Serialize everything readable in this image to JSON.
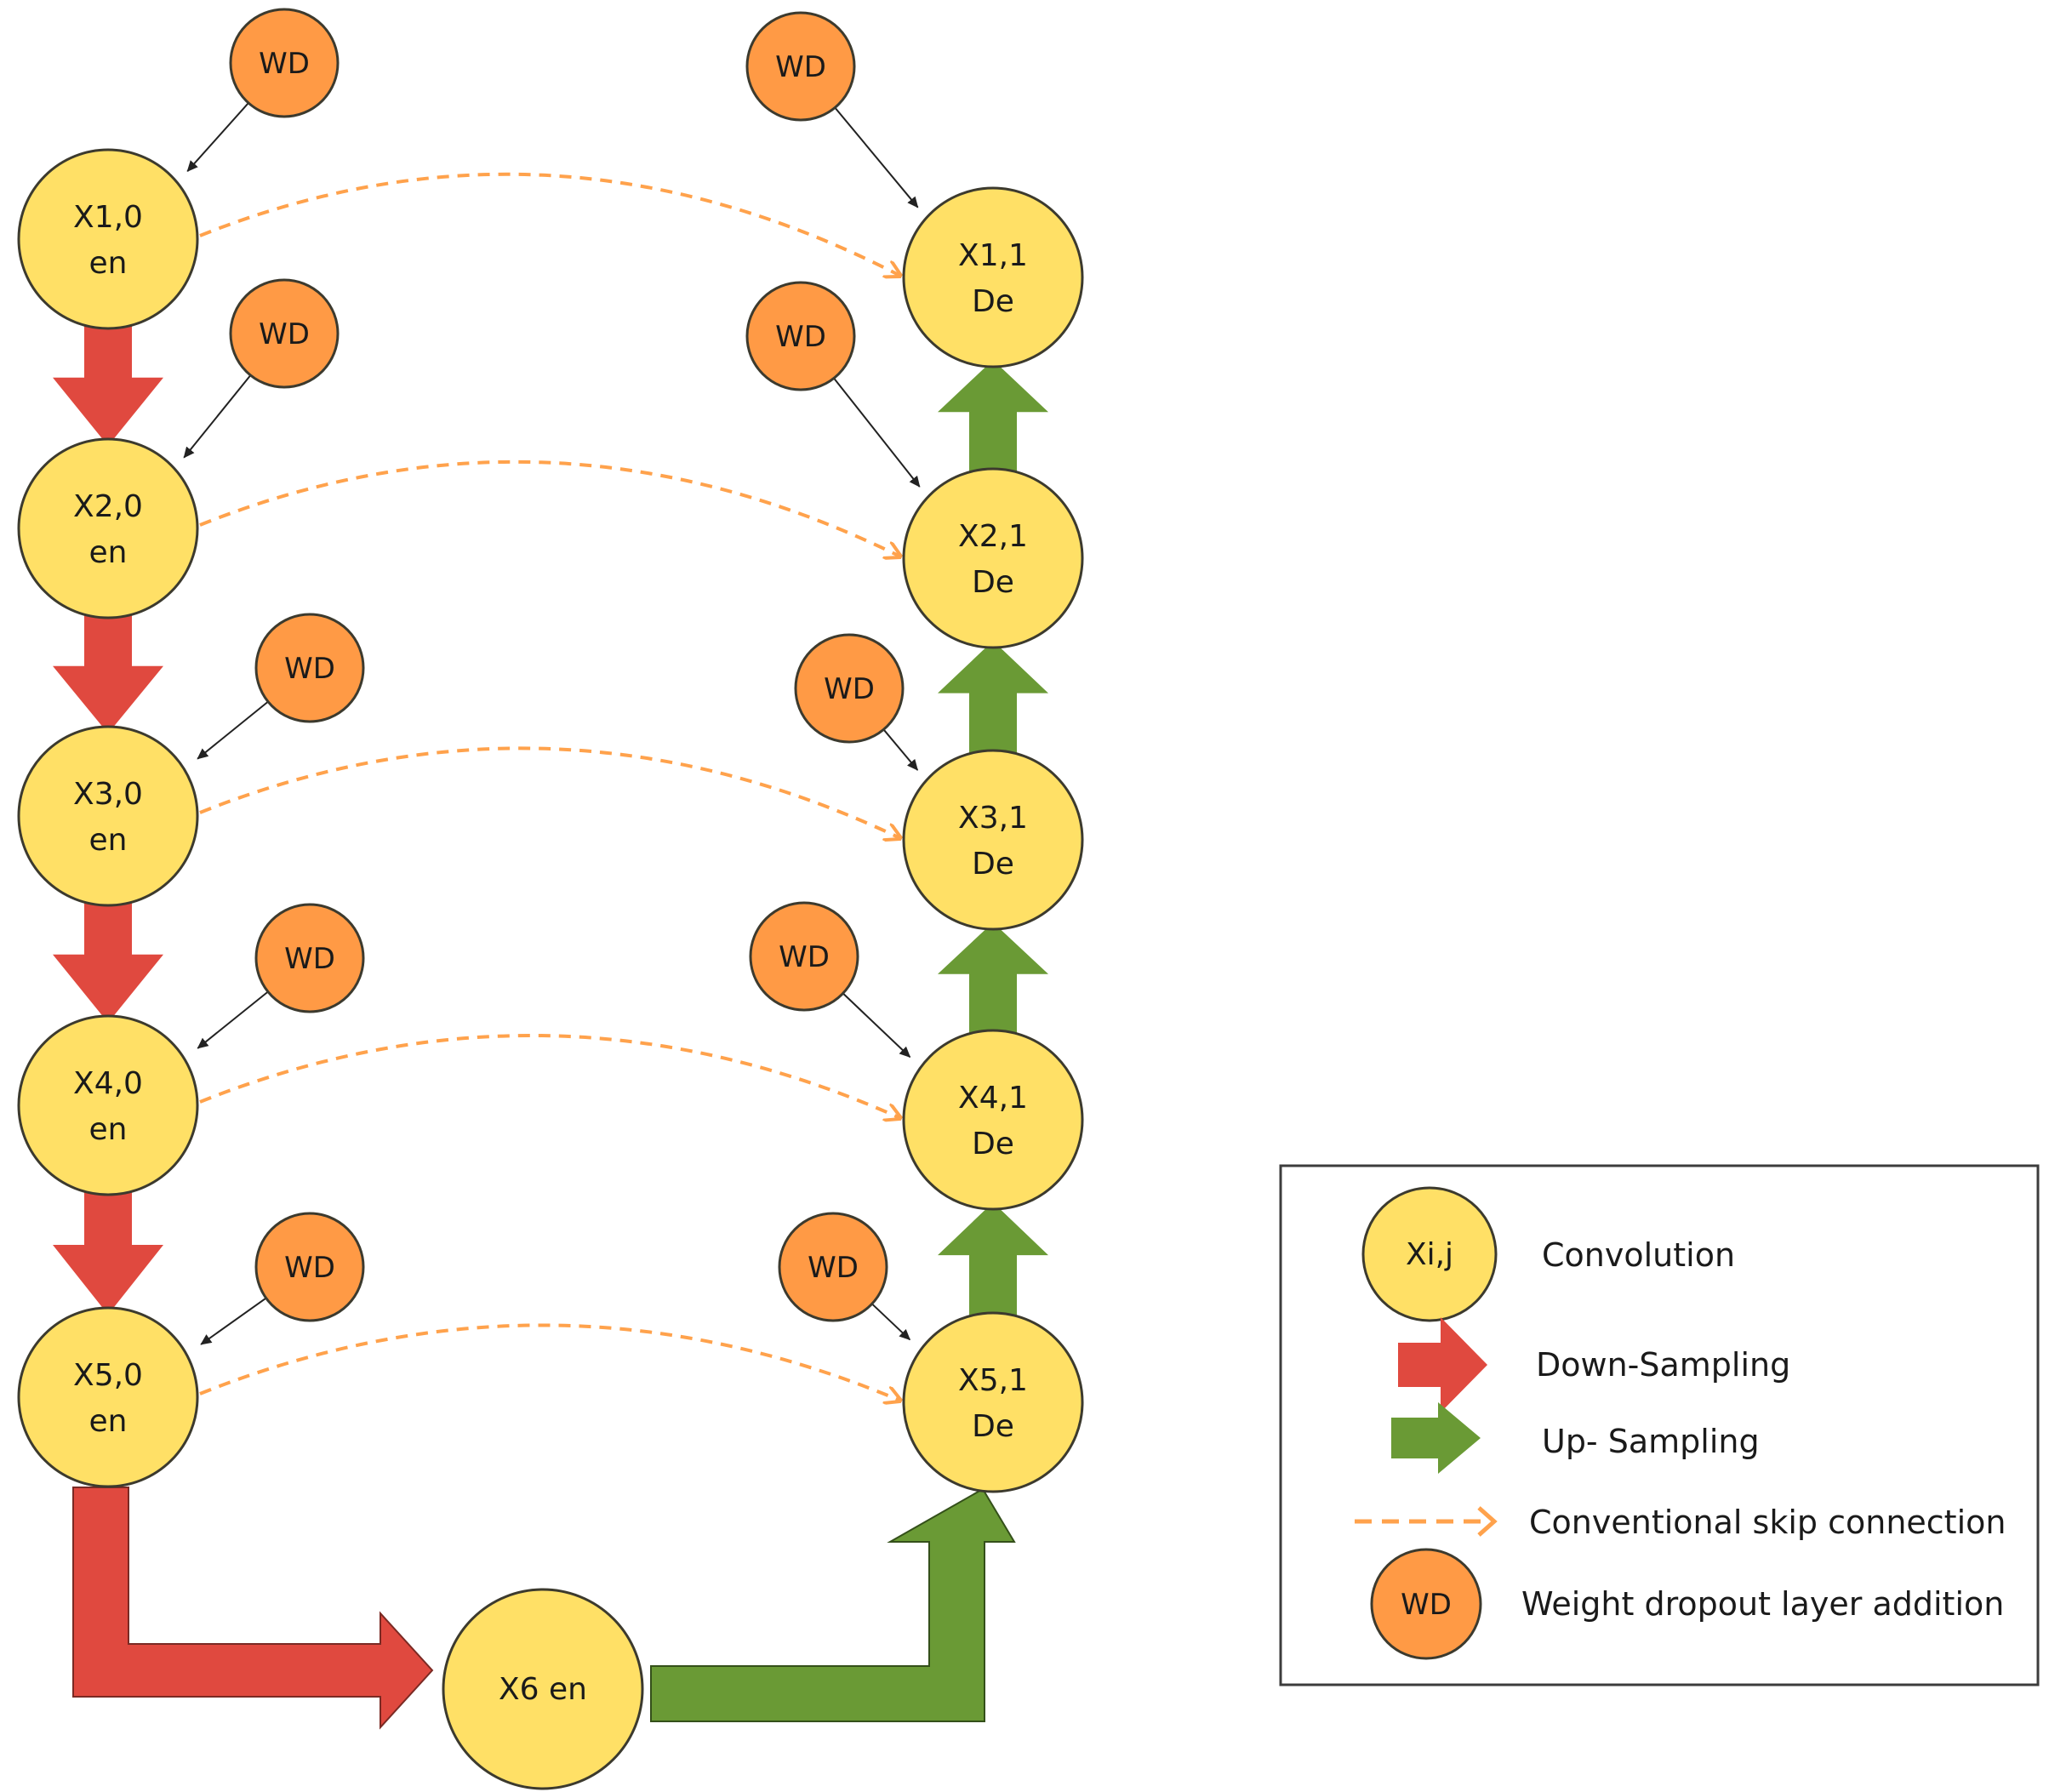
{
  "colors": {
    "conv_fill": "#FFE066",
    "conv_stroke": "#3c3a2e",
    "wd_fill": "#FF9A45",
    "wd_stroke": "#3c3a2e",
    "down_arrow": "#E0493F",
    "up_arrow": "#6A9A35",
    "skip": "#FFA24C",
    "edge": "#222222"
  },
  "encoder": [
    {
      "line1": "X1,0",
      "line2": "en"
    },
    {
      "line1": "X2,0",
      "line2": "en"
    },
    {
      "line1": "X3,0",
      "line2": "en"
    },
    {
      "line1": "X4,0",
      "line2": "en"
    },
    {
      "line1": "X5,0",
      "line2": "en"
    }
  ],
  "decoder": [
    {
      "line1": "X1,1",
      "line2": "De"
    },
    {
      "line1": "X2,1",
      "line2": "De"
    },
    {
      "line1": "X3,1",
      "line2": "De"
    },
    {
      "line1": "X4,1",
      "line2": "De"
    },
    {
      "line1": "X5,1",
      "line2": "De"
    }
  ],
  "bottleneck": {
    "label": "X6 en"
  },
  "wd_label": "WD",
  "legend": {
    "conv_symbol": "Xi,j",
    "conv": "Convolution",
    "down": "Down-Sampling",
    "up": "Up- Sampling",
    "skip": "Conventional skip connection",
    "wd_symbol": "WD",
    "wd": "Weight dropout layer addition"
  }
}
